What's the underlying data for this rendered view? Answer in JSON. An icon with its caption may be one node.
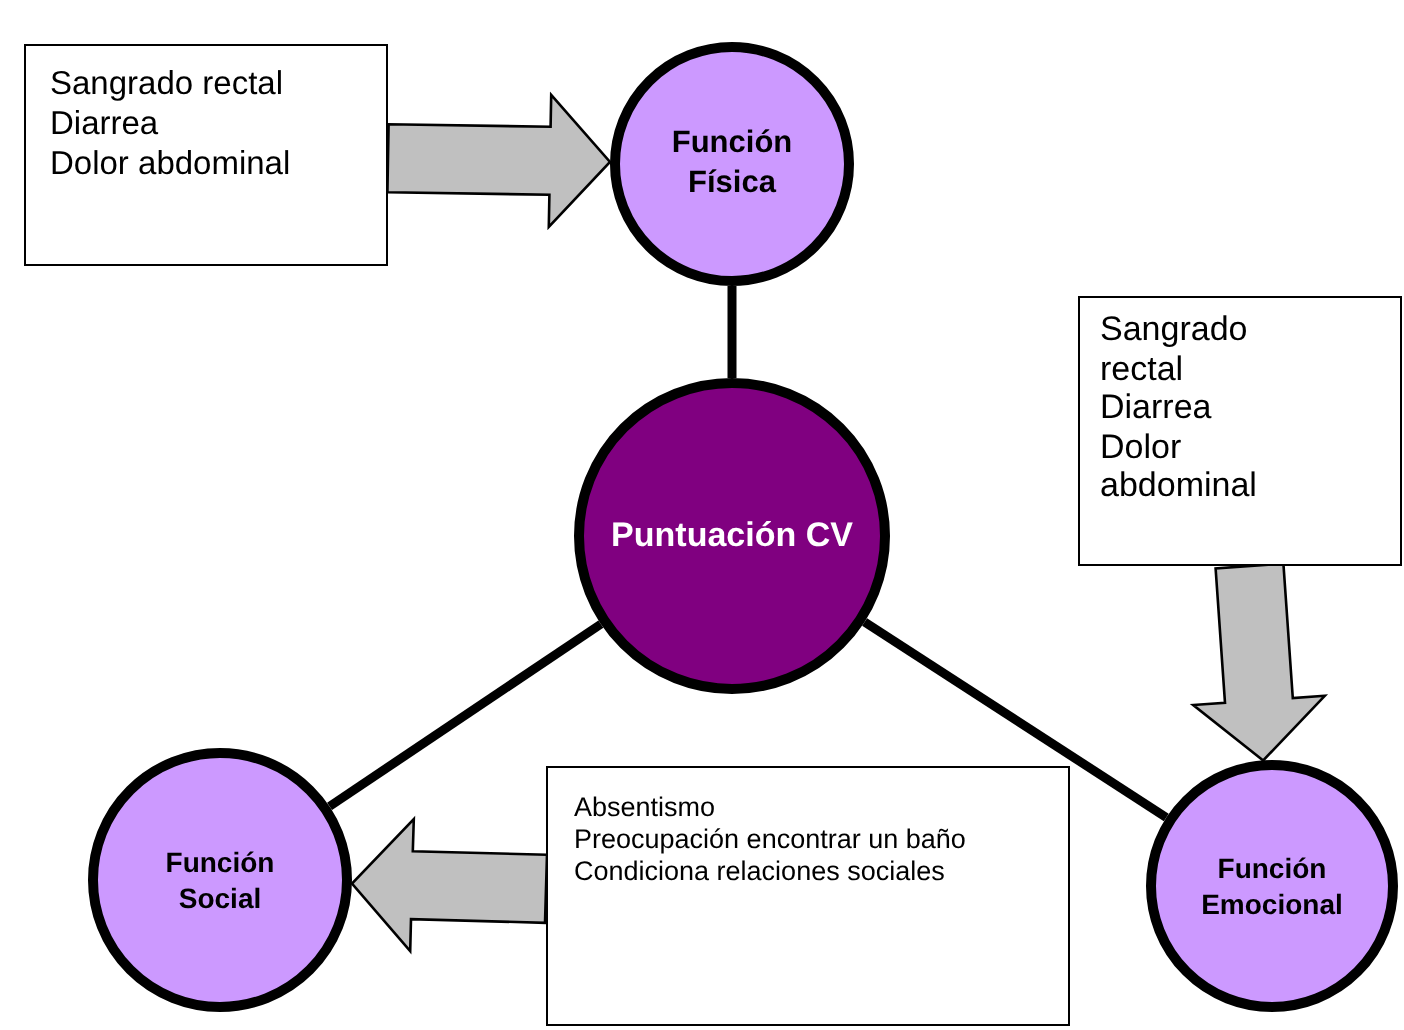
{
  "diagram": {
    "nodes": [
      {
        "text": [
          "Sangrado rectal",
          "Diarrea",
          "Dolor abdominal"
        ]
      },
      {
        "text": [
          "Función Física"
        ]
      },
      {
        "text": [
          "Sangrado rectal",
          "Diarrea",
          "Dolor abdominal"
        ]
      },
      {
        "text": [
          "Puntuación CV"
        ]
      },
      {
        "text": [
          "Función Social"
        ]
      },
      {
        "text": [
          "Absentismo",
          "Preocupación encontrar un baño",
          "Condiciona relaciones sociales"
        ]
      },
      {
        "text": [
          "Función Emocional"
        ]
      }
    ],
    "edges": [
      {
        "from": 0,
        "to": 1,
        "arrow": "to",
        "style": "thick"
      },
      {
        "from": 3,
        "to": 1,
        "arrow": "none"
      },
      {
        "from": 2,
        "to": 6,
        "arrow": "to",
        "style": "thick"
      },
      {
        "from": 3,
        "to": 4,
        "arrow": "none"
      },
      {
        "from": 3,
        "to": 6,
        "arrow": "none"
      },
      {
        "from": 5,
        "to": 4,
        "arrow": "to",
        "style": "thick"
      }
    ]
  }
}
